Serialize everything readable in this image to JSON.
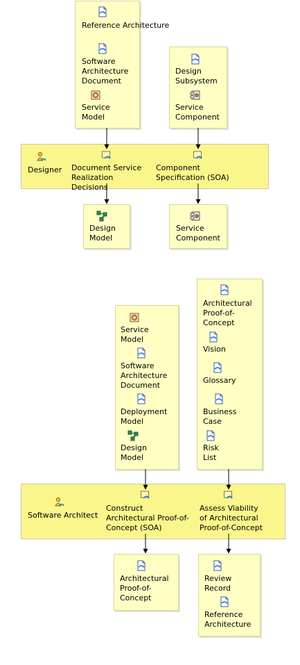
{
  "diagram1": {
    "inputs_left": [
      "Reference Architecture",
      "Software Architecture Document",
      "Service Model"
    ],
    "inputs_right": [
      "Design Subsystem",
      "Service Component"
    ],
    "role": "Designer",
    "task_a": "Document Service Realization Decisions",
    "task_b": "Component Specification (SOA)",
    "output_left": "Design Model",
    "output_right": "Service Component"
  },
  "diagram2": {
    "inputs_left": [
      "Service Model",
      "Software Architecture Document",
      "Deployment Model",
      "Design Model"
    ],
    "inputs_right": [
      "Architectural Proof-of-Concept",
      "Vision",
      "Glossary",
      "Business Case",
      "Risk List"
    ],
    "role": "Software Architect",
    "task_a": "Construct Architectural Proof-of-Concept (SOA)",
    "task_b": "Assess Viability of Architectural Proof-of-Concept",
    "output_left": "Architectural Proof-of-Concept",
    "output_right": [
      "Review Record",
      "Reference Architecture"
    ]
  },
  "icons": {
    "doc": "document-icon",
    "model": "service-model-icon",
    "design": "design-model-icon",
    "component": "component-icon",
    "task": "task-icon",
    "role": "role-icon"
  }
}
